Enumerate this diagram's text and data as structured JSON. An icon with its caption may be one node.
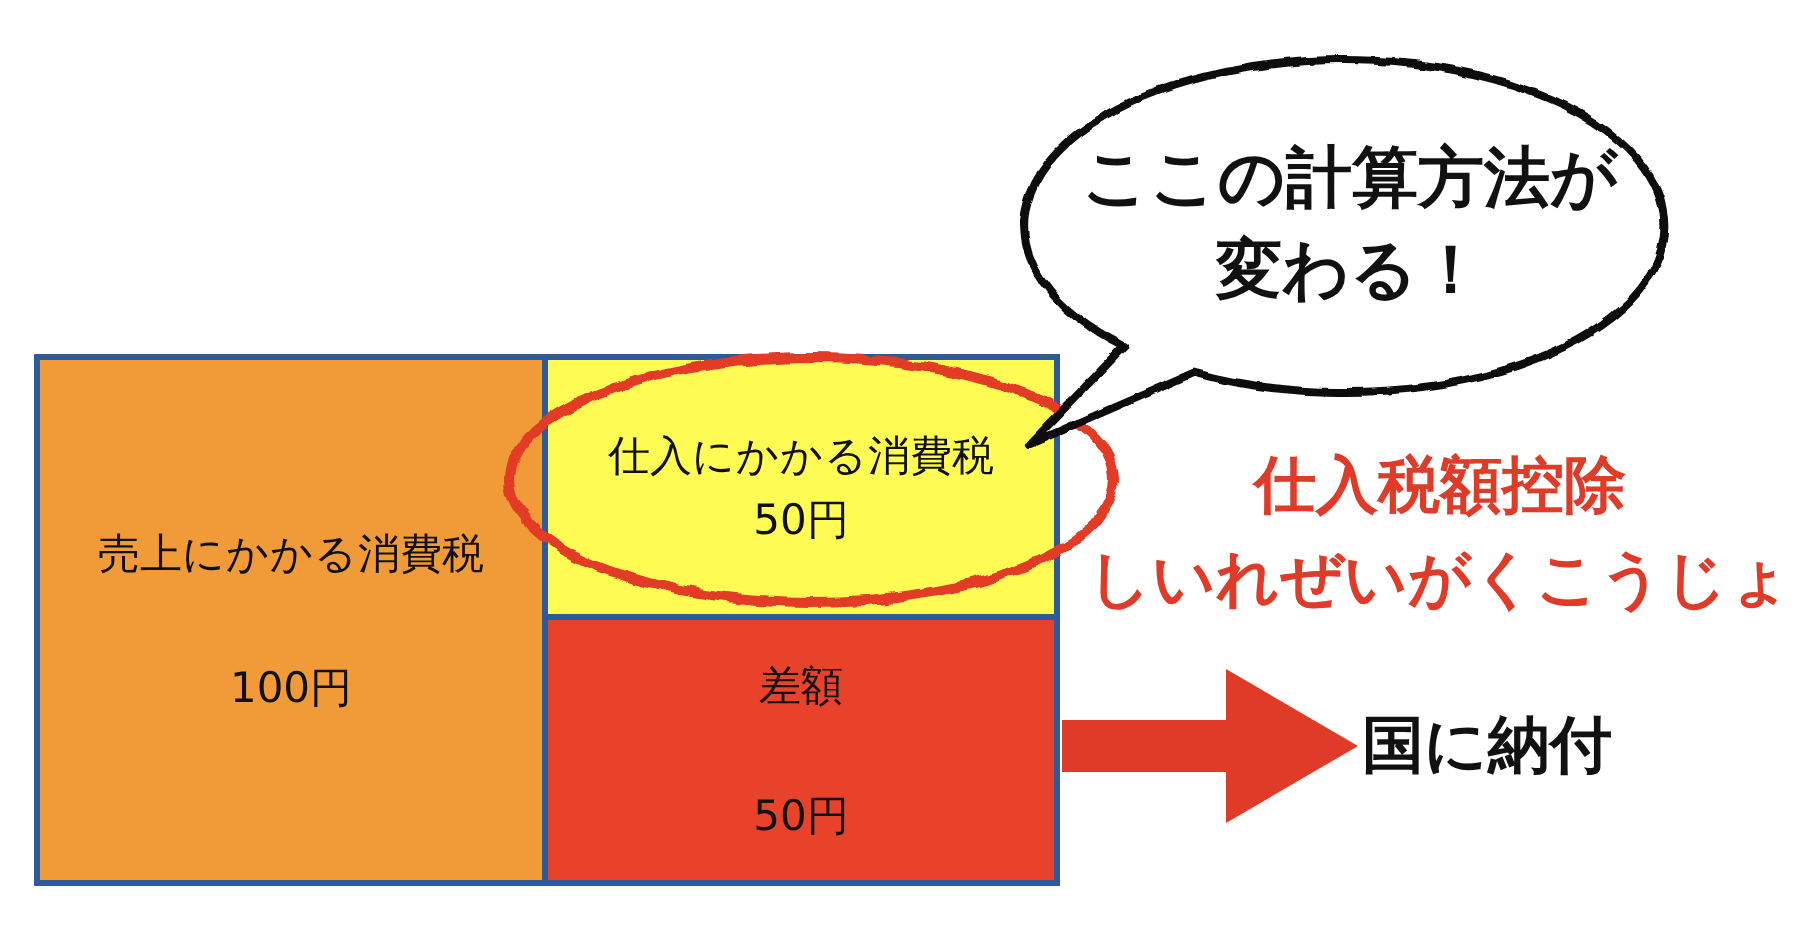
{
  "diagram": {
    "nodes": [
      {
        "text": [
          "売上にかかる消費税",
          "100円"
        ]
      },
      {
        "text": [
          "仕入にかかる消費税",
          "50円"
        ]
      },
      {
        "text": [
          "差額",
          "50円"
        ]
      },
      {
        "text": [
          "ここの計算方法が変わる！"
        ]
      },
      {
        "text": [
          "国に納付"
        ]
      }
    ],
    "edges": [
      {
        "from": 2,
        "to": 4,
        "arrow": "to"
      }
    ],
    "labels": [
      "仕入税額控除",
      "しいれぜいがくこうじょ"
    ]
  }
}
